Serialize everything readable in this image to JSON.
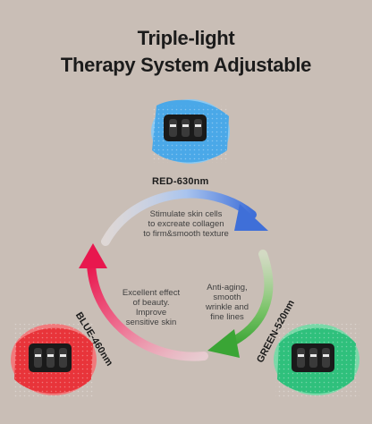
{
  "title": {
    "line1": "Triple-light",
    "line2": "Therapy System Adjustable"
  },
  "modes": {
    "red": {
      "label": "RED-630nm",
      "desc_lines": [
        "Stimulate skin cells",
        "to excreate collagen",
        "to firm&smooth texture"
      ]
    },
    "green": {
      "label": "GREEN-520nm",
      "desc_lines": [
        "Anti-aging,",
        "smooth",
        "wrinkle and",
        "fine lines"
      ]
    },
    "blue": {
      "label": "BLUE-460nm",
      "desc_lines": [
        "Excellent effect",
        "of beauty.",
        "Improve",
        "sensitive skin"
      ]
    }
  },
  "colors": {
    "background": "#c9beb6",
    "red_arrow": "#e8174e",
    "green_arrow": "#3aa535",
    "blue_arrow": "#3f6fd8",
    "device_blue": "#4aa8e8",
    "device_red": "#e8343a",
    "device_green": "#2fc07c"
  }
}
